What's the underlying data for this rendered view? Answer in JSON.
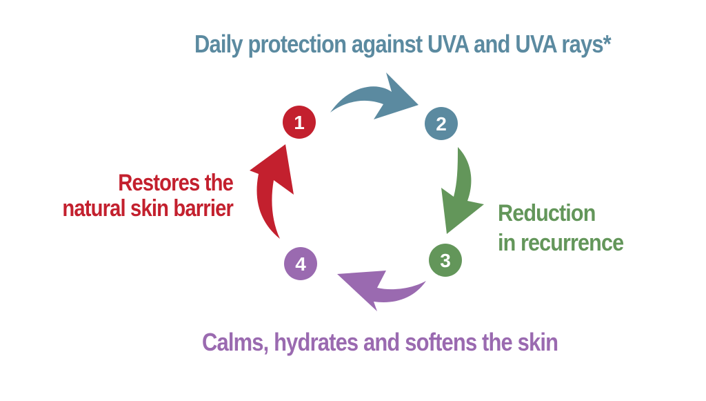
{
  "steps": [
    {
      "number": "1",
      "color": "#c3202e",
      "label_lines": [
        "Restores the",
        "natural skin barrier"
      ]
    },
    {
      "number": "2",
      "color": "#5b8aa0",
      "label_lines": [
        "Daily protection against UVA and UVA rays*"
      ]
    },
    {
      "number": "3",
      "color": "#63965a",
      "label_lines": [
        "Reduction",
        "in recurrence"
      ]
    },
    {
      "number": "4",
      "color": "#9a6ab0",
      "label_lines": [
        "Calms, hydrates and softens the skin"
      ]
    }
  ]
}
